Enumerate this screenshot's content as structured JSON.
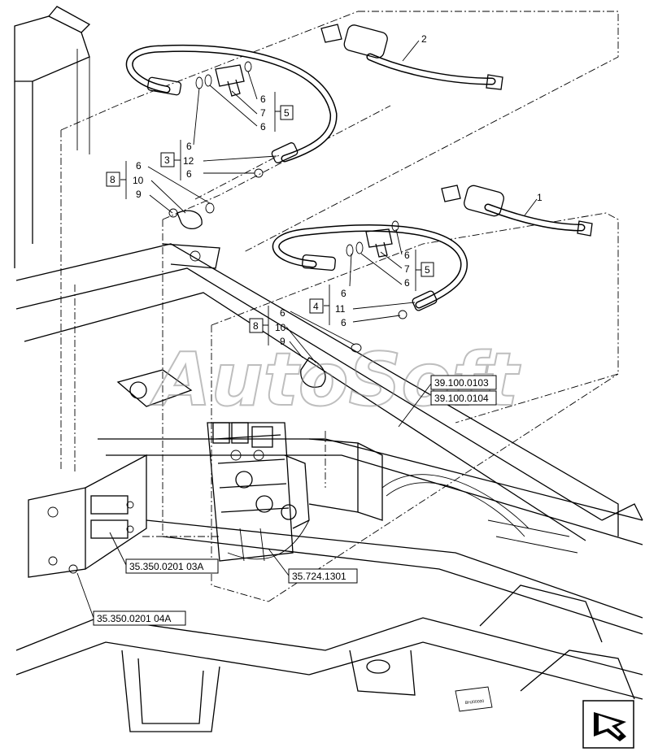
{
  "watermark": "AutoSoft",
  "callouts": {
    "hose_2": "2",
    "hose_1": "1",
    "upper": {
      "group5": "5",
      "g5_a": "6",
      "g5_b": "7",
      "g5_c": "6",
      "group3": "3",
      "g3_a": "6",
      "g3_b": "12",
      "g3_c": "6",
      "group8": "8",
      "g8_a": "6",
      "g8_b": "10",
      "g8_c": "9"
    },
    "lower": {
      "group5": "5",
      "g5_a": "6",
      "g5_b": "7",
      "g5_c": "6",
      "group4": "4",
      "g4_a": "6",
      "g4_b": "11",
      "g4_c": "6",
      "group8": "8",
      "g8_a": "6",
      "g8_b": "10",
      "g8_c": "9"
    }
  },
  "references": {
    "ref_1": "39.100.0103",
    "ref_2": "39.100.0104",
    "ref_3": "35.350.0201 03A",
    "ref_4": "35.724.1301",
    "ref_5": "35.350.0201 04A"
  },
  "drawing_code": "BHJ00000",
  "nav": {
    "icon": "next-page-arrow-icon"
  }
}
